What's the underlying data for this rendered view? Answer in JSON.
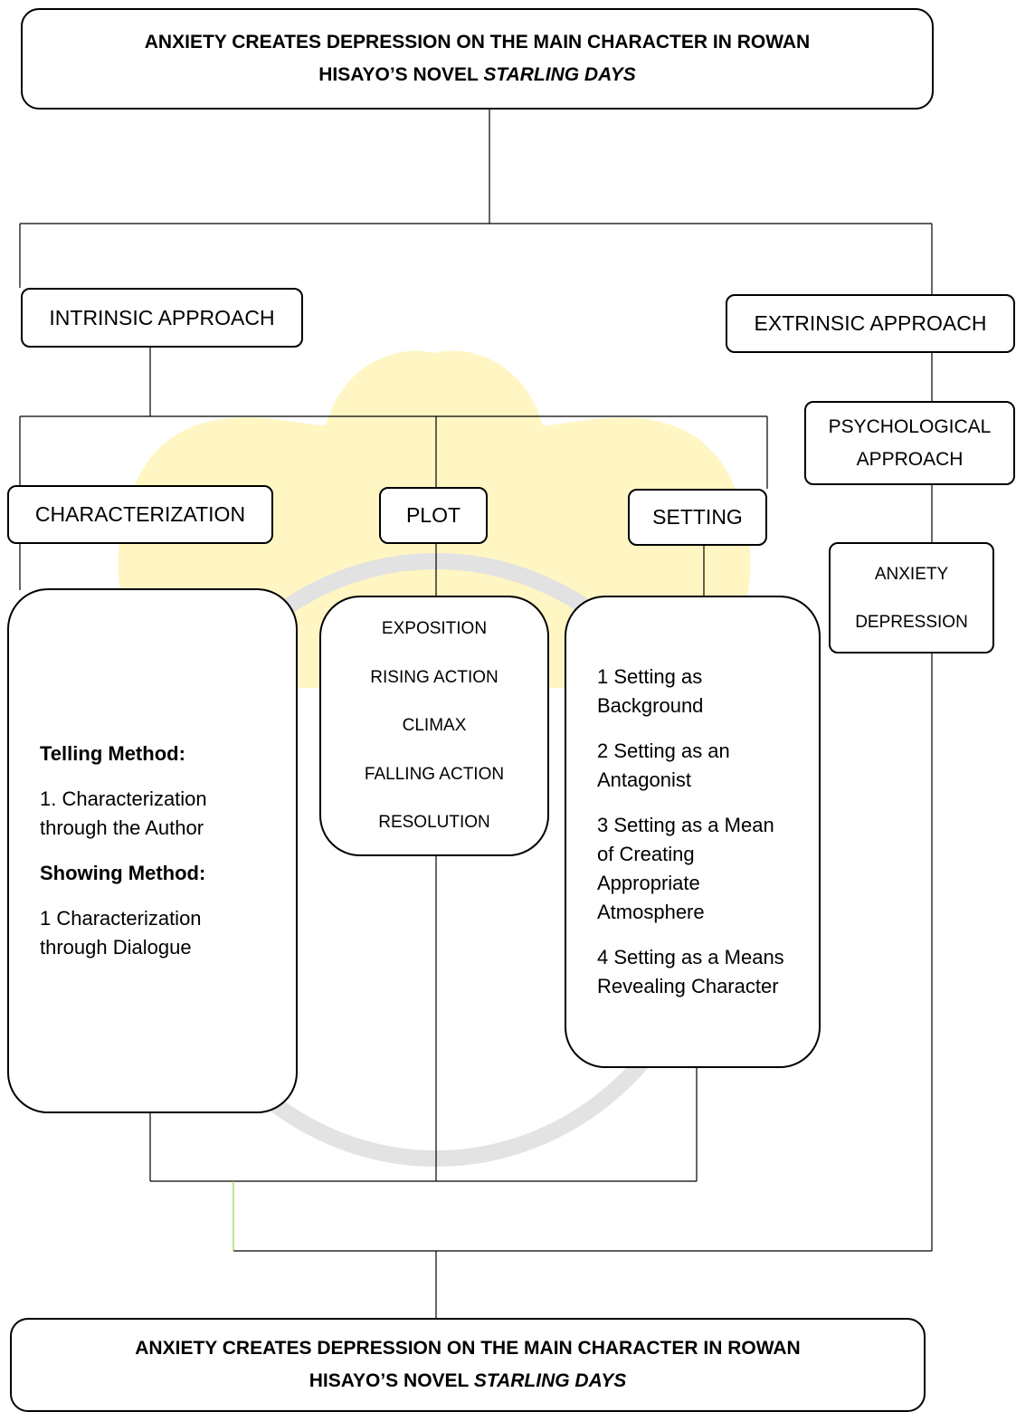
{
  "title": {
    "main": "ANXIETY CREATES DEPRESSION ON THE MAIN CHARACTER IN ROWAN",
    "line2_prefix": "HISAYO’S NOVEL ",
    "line2_italic": "STARLING DAYS"
  },
  "conclusion": {
    "main": "ANXIETY CREATES DEPRESSION ON THE MAIN CHARACTER IN ROWAN",
    "line2_prefix": "HISAYO’S NOVEL ",
    "line2_italic": "STARLING DAYS"
  },
  "intrinsic": {
    "label": "INTRINSIC APPROACH",
    "characterization": {
      "label": "CHARACTERIZATION",
      "telling_heading": "Telling Method:",
      "telling_item_1": "1. Characterization through the Author",
      "showing_heading": "Showing Method:",
      "showing_item_1": "1 Characterization through Dialogue"
    },
    "plot": {
      "label": "PLOT",
      "items": [
        "EXPOSITION",
        "RISING ACTION",
        "CLIMAX",
        "FALLING ACTION",
        "RESOLUTION"
      ]
    },
    "setting": {
      "label": "SETTING",
      "items": [
        "1 Setting as Background",
        "2 Setting as an Antagonist",
        "3 Setting as a Mean of Creating Appropriate Atmosphere",
        "4 Setting as a Means Revealing Character"
      ]
    }
  },
  "extrinsic": {
    "label": "EXTRINSIC APPROACH",
    "psychological": {
      "line1": "PSYCHOLOGICAL",
      "line2": "APPROACH",
      "items": [
        "ANXIETY",
        "DEPRESSION"
      ]
    }
  },
  "colors": {
    "line": "#000000",
    "accent_line": "#92d050",
    "watermark_yellow": "#fff3b0",
    "watermark_red": "#f7c9c4",
    "watermark_gray": "#cfcfcf"
  }
}
